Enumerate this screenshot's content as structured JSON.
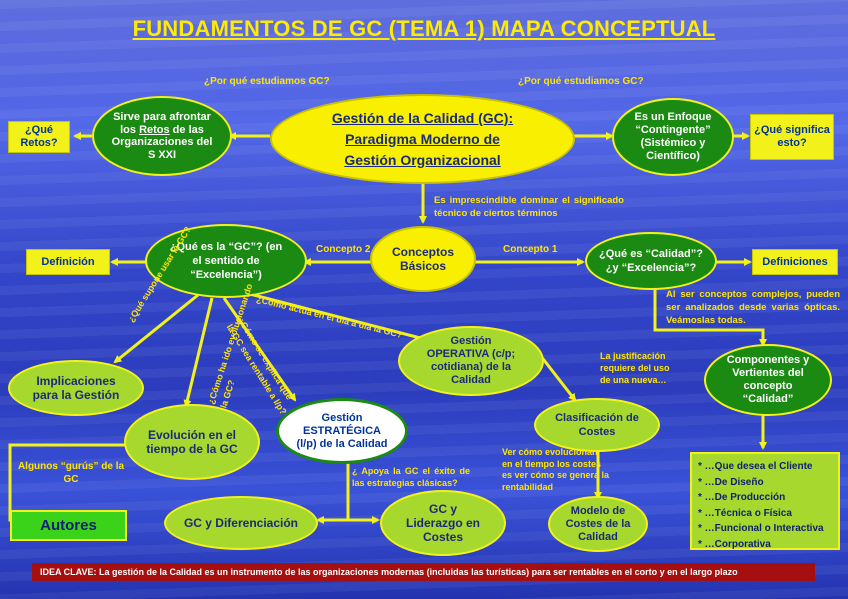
{
  "title": "FUNDAMENTOS DE GC (TEMA 1) MAPA CONCEPTUAL",
  "labels": {
    "por_que_left": "¿Por qué estudiamos GC?",
    "por_que_right": "¿Por qué estudiamos GC?",
    "imprescindible": "Es imprescindible dominar el significado técnico de ciertos términos",
    "concepto2": "Concepto 2",
    "concepto1": "Concepto 1",
    "supone": "¿Qué supone usar la GC?",
    "evolucionado": "¿Cómo ha ido evolucionando la GC?",
    "rentable": "¿Cómo se explica que la GC sea rentable a l/p?",
    "actua": "¿Cómo actúa en el día a día la GC?",
    "justificacion": "La justificación requiere del uso de una nueva…",
    "ver_como": "Ver cómo evolucionan en el tiempo los costes es ver cómo se genera la rentabilidad",
    "apoya": "¿ Apoya la GC el éxito de las estrategias clásicas?",
    "gurus": "Algunos “gurús” de la GC",
    "al_ser": "Al ser conceptos complejos, pueden ser analizados desde varias ópticas. Veámoslas todas."
  },
  "nodes": {
    "main": [
      "Gestión de la Calidad (GC):",
      "Paradigma Moderno de",
      "Gestión Organizacional"
    ],
    "retos_box": "¿Qué Retos?",
    "sirve": "Sirve para afrontar los Retos de las Organizaciones del S XXI",
    "enfoque": "Es un Enfoque “Contingente” (Sistémico y Científico)",
    "significa_box": "¿Qué significa esto?",
    "conceptos": "Conceptos Básicos",
    "que_es_gc": "¿Qué es la “GC”? (en el sentido de “Excelencia”)",
    "definicion_box": "Definición",
    "que_es_calidad": "¿Qué es “Calidad”? ¿y “Excelencia”?",
    "definiciones_box": "Definiciones",
    "implicaciones": "Implicaciones para la Gestión",
    "evolucion": "Evolución en el tiempo de la GC",
    "estrategica": "Gestión ESTRATÉGICA (l/p) de la Calidad",
    "operativa": "Gestión OPERATIVA (c/p; cotidiana) de la Calidad",
    "clasificacion": "Clasificación de Costes",
    "modelo": "Modelo de Costes de la Calidad",
    "componentes": "Componentes y Vertientes del concepto “Calidad”",
    "diferenciacion": "GC y Diferenciación",
    "liderazgo": "GC y Liderazgo en Costes",
    "autores": "Autores"
  },
  "vertientes": [
    "* …Que desea el Cliente",
    "* …De Diseño",
    "* …De Producción",
    "* …Técnica o Física",
    "* …Funcional o Interactiva",
    "* …Corporativa"
  ],
  "idea_clave": "IDEA CLAVE: La gestión de la Calidad es un instrumento de las organizaciones modernas (incluidas las turísticas) para ser rentables en el corto y en el largo plazo",
  "colors": {
    "yellow": "#f2f21a",
    "dark_green": "#1b8a12",
    "lime": "#a6d82e",
    "title": "#ffeb00",
    "idea_bg": "#a50f0f"
  }
}
